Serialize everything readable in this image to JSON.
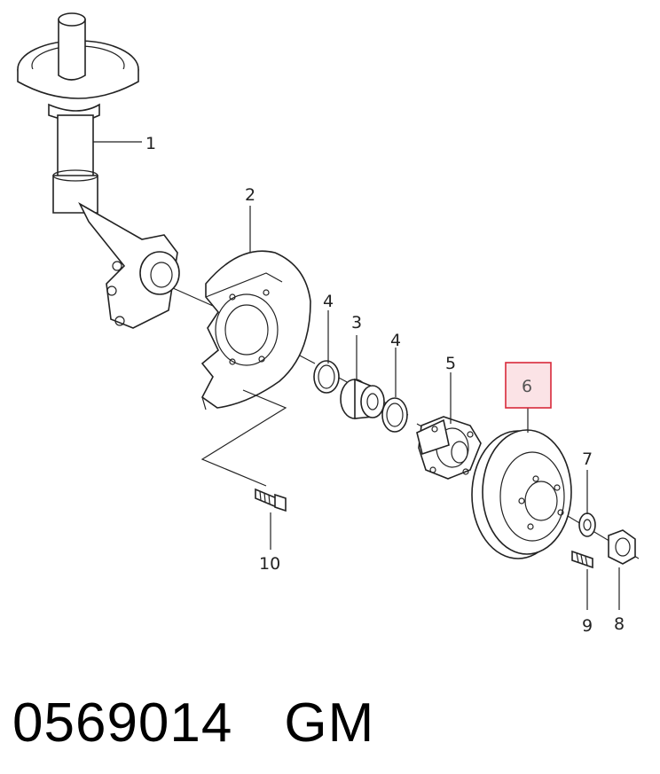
{
  "callouts": [
    {
      "id": "1",
      "label": "1"
    },
    {
      "id": "2",
      "label": "2"
    },
    {
      "id": "3",
      "label": "3"
    },
    {
      "id": "4a",
      "label": "4"
    },
    {
      "id": "4b",
      "label": "4"
    },
    {
      "id": "5",
      "label": "5"
    },
    {
      "id": "6",
      "label": "6",
      "highlighted": true
    },
    {
      "id": "7",
      "label": "7"
    },
    {
      "id": "8",
      "label": "8"
    },
    {
      "id": "9",
      "label": "9"
    },
    {
      "id": "10",
      "label": "10"
    }
  ],
  "highlight": {
    "fill": "#fbe3e6",
    "stroke": "#d8283a"
  },
  "footer": {
    "part_number": "0569014",
    "brand": "GM"
  }
}
